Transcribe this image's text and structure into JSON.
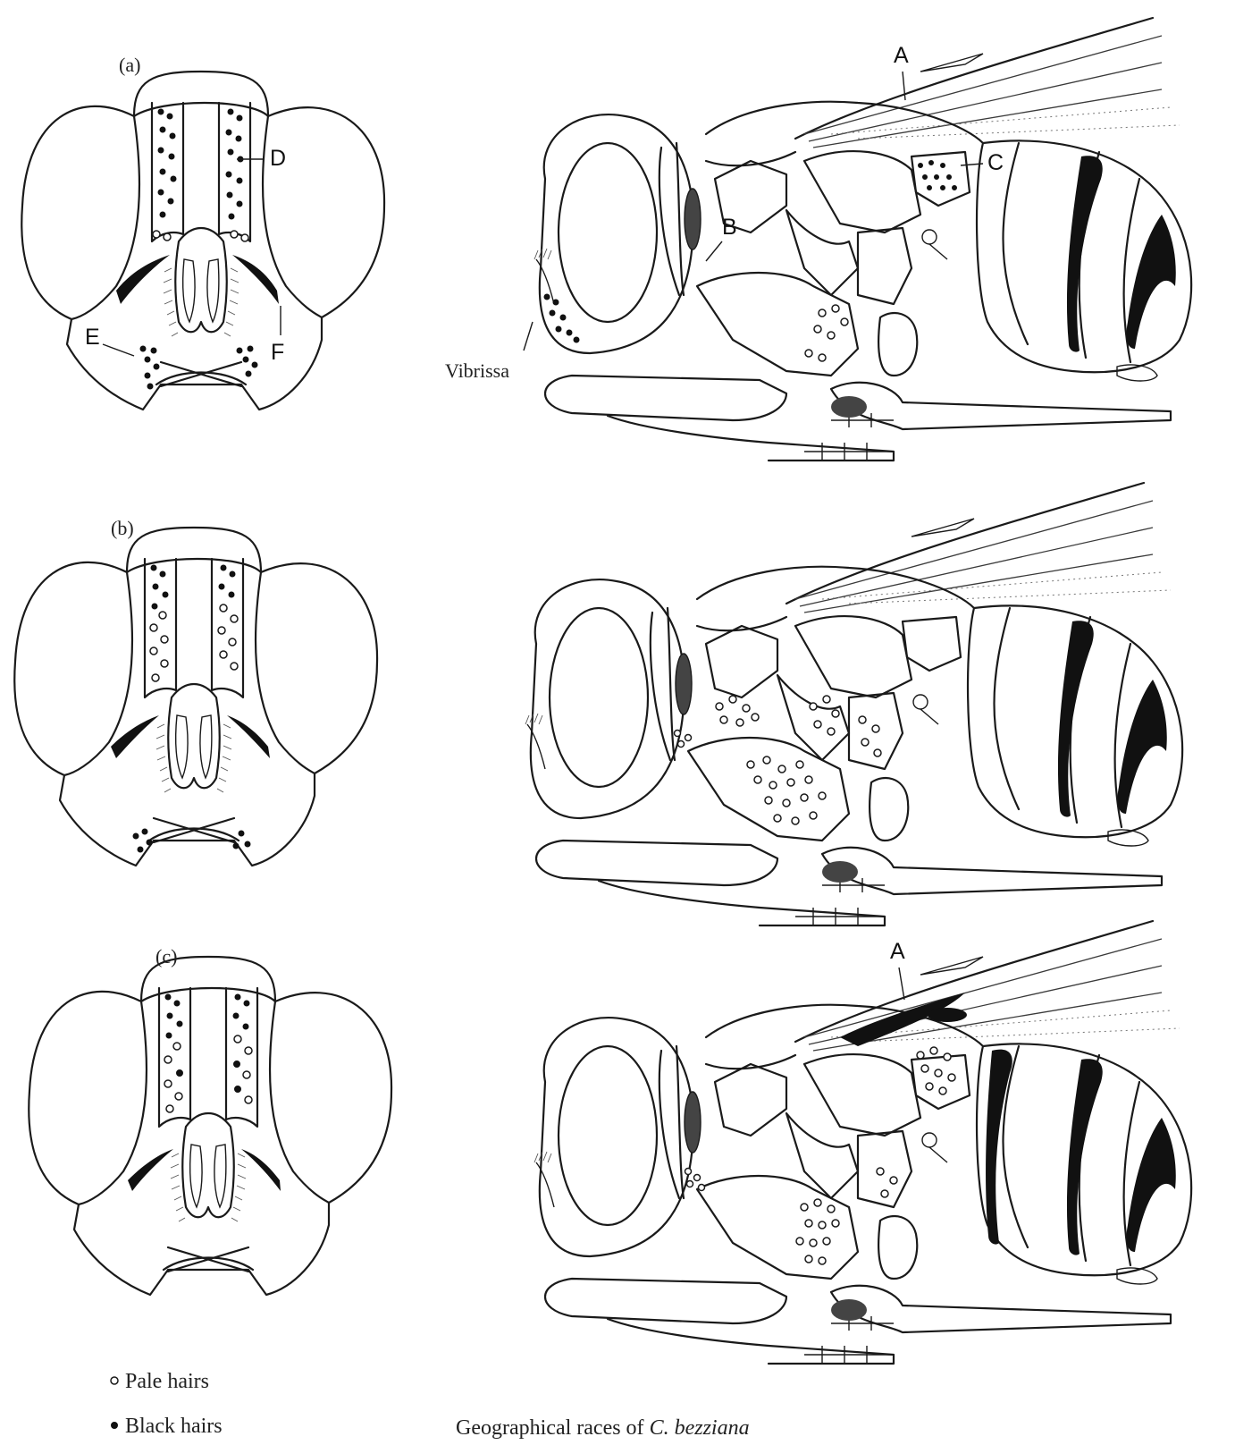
{
  "panels": [
    {
      "id": "a",
      "label": "(a)",
      "callouts": [
        "A",
        "B",
        "C",
        "D",
        "E",
        "F"
      ]
    },
    {
      "id": "b",
      "label": "(b)",
      "callouts": []
    },
    {
      "id": "c",
      "label": "(c)",
      "callouts": [
        "A"
      ]
    }
  ],
  "vibrissa_label": "Vibrissa",
  "legend": {
    "pale": "Pale hairs",
    "black": "Black hairs"
  },
  "caption_prefix": "Geographical races of ",
  "caption_species": "C. bezziana"
}
